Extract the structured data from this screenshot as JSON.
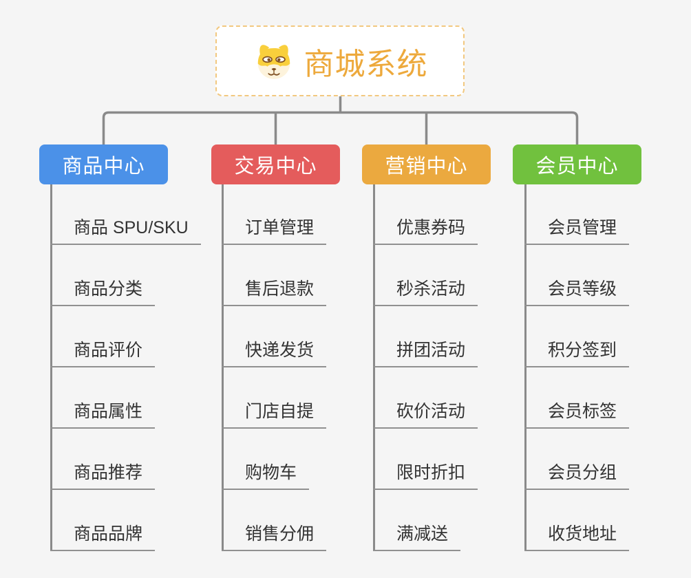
{
  "page": {
    "background_color": "#f5f5f5",
    "connector_color": "#8a8a8a",
    "underline_color": "#909090",
    "leaf_text_color": "#333333"
  },
  "root": {
    "title": "商城系统",
    "icon": "shiba-dog-icon",
    "text_color": "#eda93c",
    "border_color": "#f2c87f",
    "background_color": "#ffffff"
  },
  "branches": [
    {
      "label": "商品中心",
      "color": "#4b91e8",
      "children": [
        "商品 SPU/SKU",
        "商品分类",
        "商品评价",
        "商品属性",
        "商品推荐",
        "商品品牌"
      ]
    },
    {
      "label": "交易中心",
      "color": "#e45c5c",
      "children": [
        "订单管理",
        "售后退款",
        "快递发货",
        "门店自提",
        "购物车",
        "销售分佣"
      ]
    },
    {
      "label": "营销中心",
      "color": "#eba93f",
      "children": [
        "优惠券码",
        "秒杀活动",
        "拼团活动",
        "砍价活动",
        "限时折扣",
        "满减送"
      ]
    },
    {
      "label": "会员中心",
      "color": "#71c13e",
      "children": [
        "会员管理",
        "会员等级",
        "积分签到",
        "会员标签",
        "会员分组",
        "收货地址"
      ]
    }
  ]
}
